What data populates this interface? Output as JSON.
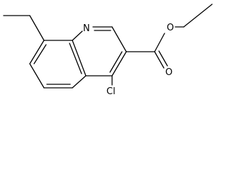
{
  "molecule": {
    "atoms": {
      "nitrogen": "N",
      "chlorine": "Cl",
      "carbonyl_oxygen": "O",
      "ester_oxygen": "O"
    },
    "colors": {
      "bond": "#000000",
      "label": "#000000",
      "background": "#ffffff"
    }
  }
}
